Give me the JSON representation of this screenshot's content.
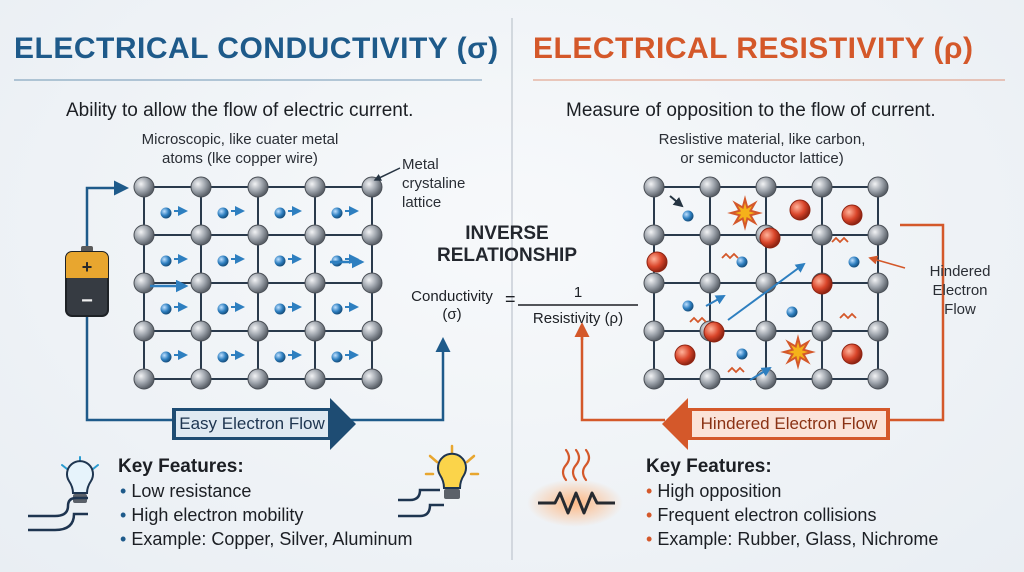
{
  "left": {
    "title": "ELECTRICAL CONDUCTIVITY (σ)",
    "subtitle": "Ability to allow the flow of electric current.",
    "micro_line1": "Microscopic, like cuater metal",
    "micro_line2": "atoms (lke copper wire)",
    "lattice_line1": "Metal",
    "lattice_line2": "crystaline",
    "lattice_line3": "lattice",
    "flow_label": "Easy Electron Flow",
    "key_features_heading": "Key Features:",
    "features": [
      "Low resistance",
      "High electron mobility",
      "Example: Copper, Silver, Aluminum"
    ]
  },
  "center": {
    "heading_line1": "INVERSE",
    "heading_line2": "RELATIONSHIP",
    "lhs_line1": "Conductivity",
    "lhs_line2": "(σ)",
    "equals": "=",
    "numerator": "1",
    "denominator": "Resistivity (ρ)"
  },
  "right": {
    "title": "ELECTRICAL RESISTIVITY (ρ)",
    "subtitle": "Measure of opposition to the flow of current.",
    "micro_line1": "Reslistive material, like carbon,",
    "micro_line2": "or semiconductor lattice)",
    "hindered_line1": "Hindered",
    "hindered_line2": "Electron",
    "hindered_line3": "Flow",
    "flow_label": "Hindered Electron Flow",
    "key_features_heading": "Key Features:",
    "features": [
      "High opposition",
      "Frequent electron collisions",
      "Example: Rubber, Glass, Nichrome"
    ]
  },
  "icons": [
    "battery-icon",
    "lightbulb-icon",
    "resistor-icon",
    "heat-icon"
  ],
  "colors": {
    "conductivity": "#1e5a8a",
    "resistivity": "#d4582a",
    "atom": "#8e949c",
    "electron": "#2e7fc0"
  }
}
